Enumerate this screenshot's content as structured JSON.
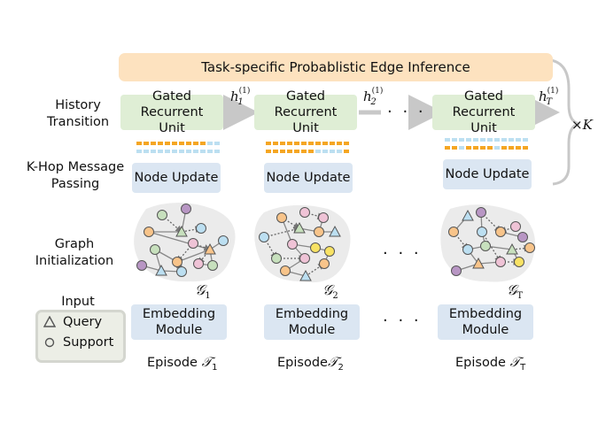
{
  "top_bar": "Task-specific Probablistic Edge Inference",
  "row_labels": {
    "history": [
      "History",
      "Transition"
    ],
    "khop": [
      "K-Hop Message",
      "Passing"
    ],
    "graph": [
      "Graph",
      "Initialization"
    ],
    "input": "Input"
  },
  "legend": {
    "query": "Query",
    "support": "Support"
  },
  "gru": [
    "Gated Recurrent",
    "Unit"
  ],
  "node_update": "Node Update",
  "embedding": [
    "Embedding",
    "Module"
  ],
  "h_labels": [
    {
      "base": "h",
      "sub": "1",
      "sup": "(1)"
    },
    {
      "base": "h",
      "sub": "2",
      "sup": "(1)"
    },
    {
      "base": "h",
      "sub": "T",
      "sup": "(1)"
    }
  ],
  "graph_labels": [
    {
      "base": "𝒢",
      "sub": "1"
    },
    {
      "base": "𝒢",
      "sub": "2"
    },
    {
      "base": "𝒢",
      "sub": "T"
    }
  ],
  "episodes": [
    {
      "prefix": "Episode",
      "base": "𝒯",
      "sub": "1"
    },
    {
      "prefix": "Episode",
      "base": "𝒯",
      "sub": "2"
    },
    {
      "prefix": "Episode",
      "base": "𝒯",
      "sub": "T"
    }
  ],
  "dots": "· · ·",
  "repeat": "×K",
  "colors": {
    "top_bar": "#fde2bf",
    "gru": "#dfeed5",
    "node_update": "#dbe6f2",
    "embedding": "#dbe6f2",
    "orange": "#f5a623",
    "light_blue": "#bcdff1",
    "cloud": "#e9e9e9"
  }
}
